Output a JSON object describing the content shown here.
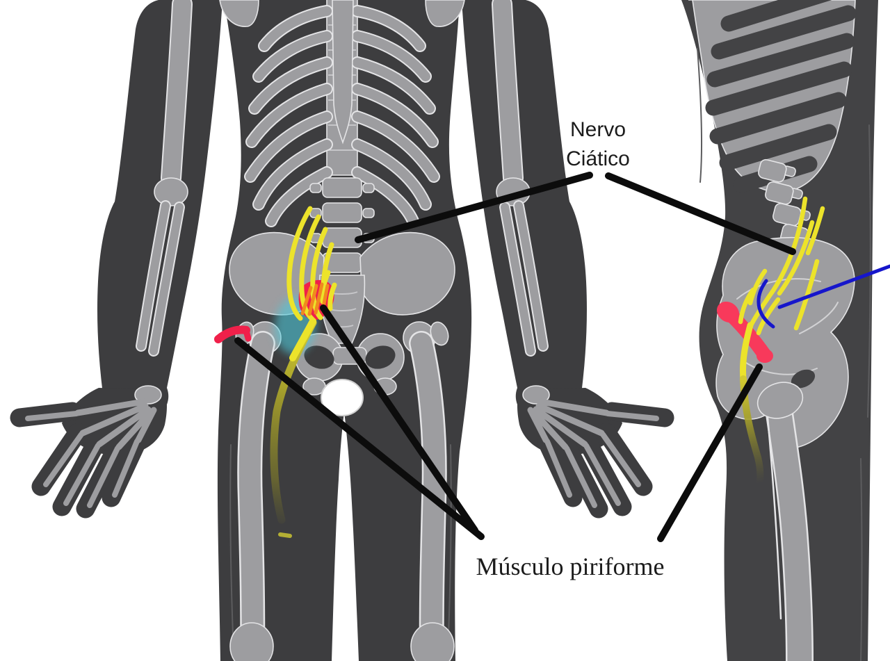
{
  "labels": {
    "sciatic_nerve": {
      "line1": "Nervo",
      "line2": "Ciático"
    },
    "piriformis_muscle": "Músculo piriforme"
  },
  "colors": {
    "background": "#ffffff",
    "body_silhouette": "#3d3d3f",
    "body_silhouette_side": "#434345",
    "bone_fill": "#9d9da0",
    "bone_outline": "#e4e4e6",
    "nerve_yellow": "#ece32b",
    "nerve_olive": "#a9a32c",
    "nerve_orange": "#f08a1e",
    "muscle_red": "#f0204a",
    "muscle_red_side": "#f8395b",
    "highlight_cyan": "#4fc8d8",
    "pointer_black": "#0c0c0c",
    "pointer_blue": "#1616cb",
    "label_text": "#1b1b1b"
  }
}
